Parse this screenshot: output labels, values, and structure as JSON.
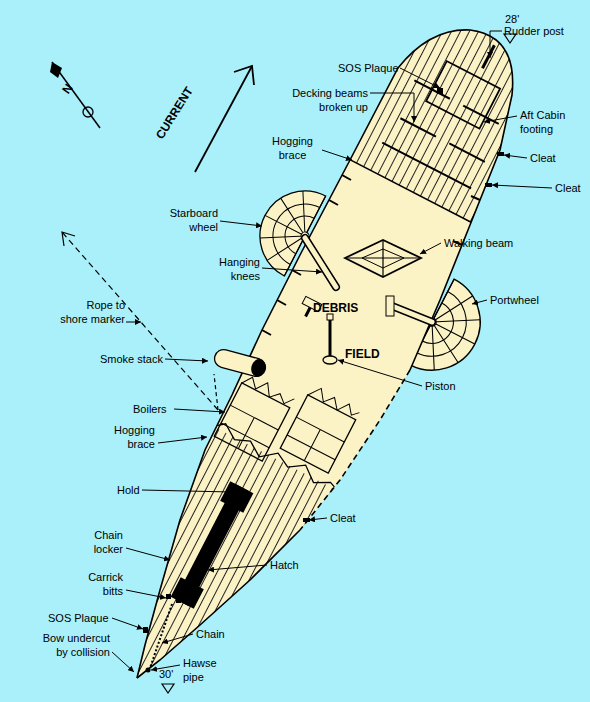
{
  "diagram": {
    "labels": [
      "N",
      "CURRENT",
      "Rudder post",
      "28'",
      "SOS Plaque",
      "Decking beams broken up",
      "Aft Cabin footing",
      "Hogging brace",
      "Cleat",
      "Cleat",
      "Starboard wheel",
      "Walking beam",
      "Hanging knees",
      "DEBRIS",
      "Portwheel",
      "Rope to shore marker",
      "FIELD",
      "Smoke stack",
      "Piston",
      "Boilers",
      "Hogging brace",
      "Hold",
      "Cleat",
      "Chain locker",
      "Hatch",
      "Carrick bitts",
      "SOS Plaque",
      "Chain",
      "Bow undercut by collision",
      "Hawse pipe",
      "30'"
    ]
  }
}
